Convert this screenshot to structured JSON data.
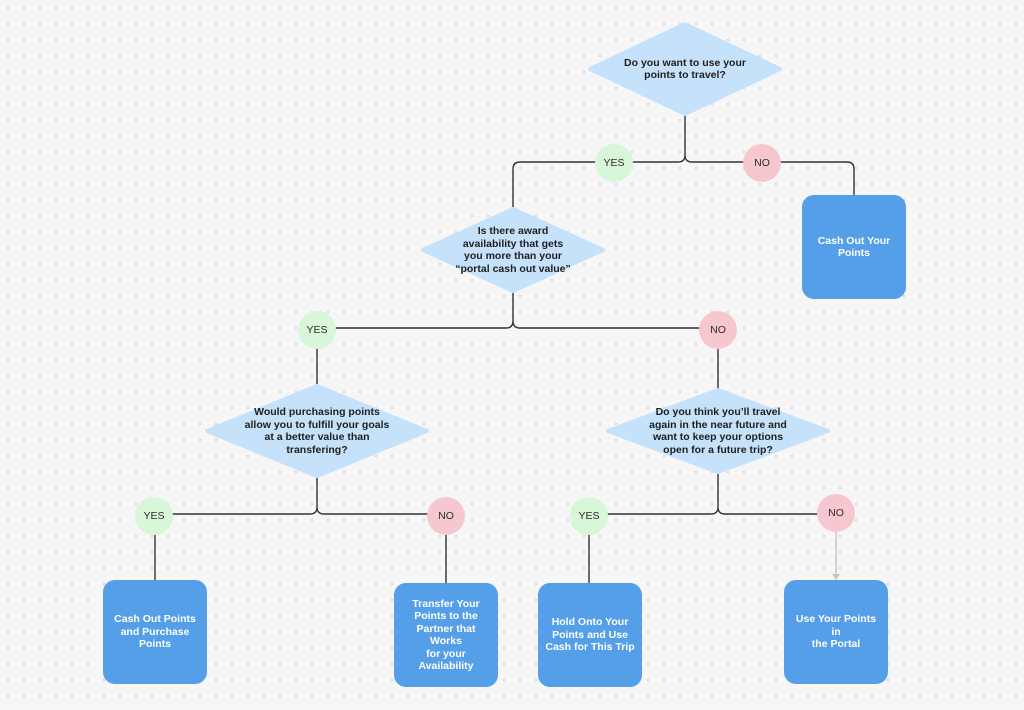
{
  "colors": {
    "diamond_fill": "#c6e2fb",
    "yes_fill": "#d8f6d8",
    "no_fill": "#f7c7cf",
    "box_fill": "#559fe9",
    "connector": "#333333",
    "arrow": "#c4c4c4"
  },
  "questions": {
    "q1": "Do you want to use your\npoints to travel?",
    "q2": "Is there award\navailability that gets\nyou more than your\n“portal cash out value”",
    "q3": "Would purchasing points\nallow you to fulfill your goals\nat a better value than\ntransfering?",
    "q4": "Do you think you’ll travel\nagain in the near future and\nwant to keep your options\nopen for a future trip?"
  },
  "answers": {
    "yes": "YES",
    "no": "NO"
  },
  "outcomes": {
    "cash_out": "Cash Out Your\nPoints",
    "cash_out_purchase": "Cash Out Points\nand Purchase\nPoints",
    "transfer": "Transfer Your\nPoints to the\nPartner that Works\nfor your\nAvailability",
    "hold": "Hold Onto Your\nPoints and Use\nCash for This Trip",
    "use_portal": "Use Your Points in\nthe Portal"
  }
}
